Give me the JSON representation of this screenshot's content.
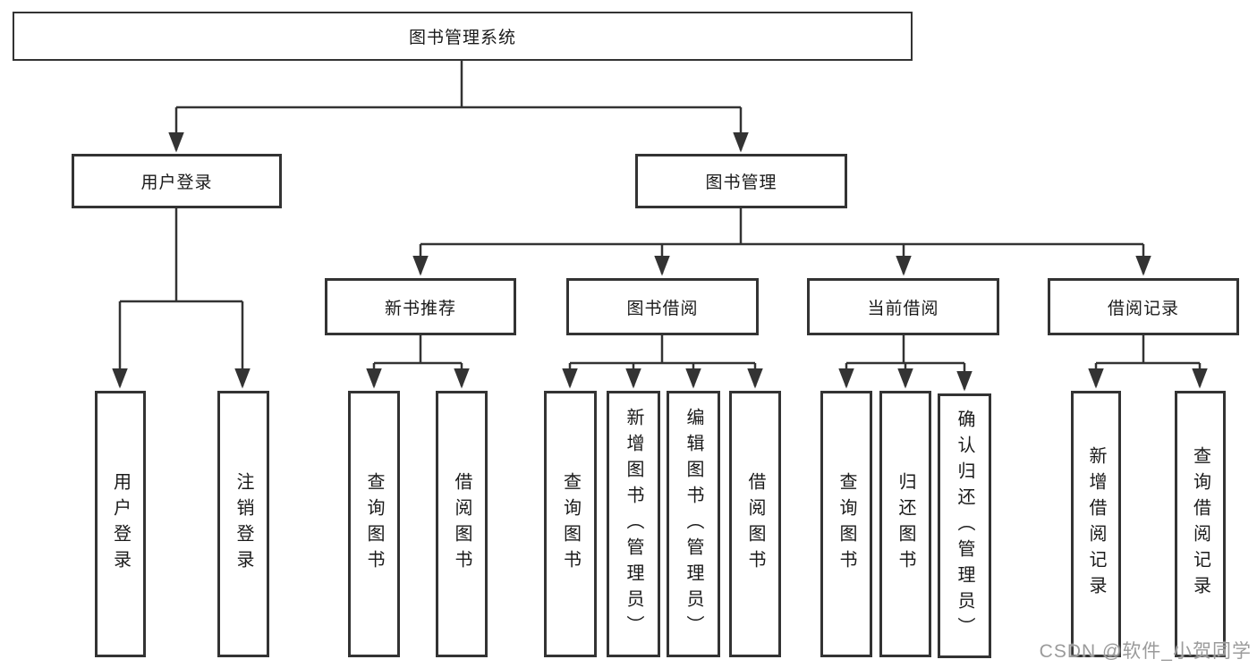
{
  "diagram": {
    "root": "图书管理系统",
    "branches": [
      {
        "label": "用户登录",
        "children": [
          {
            "label": "用户登录"
          },
          {
            "label": "注销登录"
          }
        ]
      },
      {
        "label": "图书管理",
        "children": [
          {
            "label": "新书推荐",
            "children": [
              {
                "label": "查询图书"
              },
              {
                "label": "借阅图书"
              }
            ]
          },
          {
            "label": "图书借阅",
            "children": [
              {
                "label": "查询图书"
              },
              {
                "label": "新增图书（管理员）"
              },
              {
                "label": "编辑图书（管理员）"
              },
              {
                "label": "借阅图书"
              }
            ]
          },
          {
            "label": "当前借阅",
            "children": [
              {
                "label": "查询图书"
              },
              {
                "label": "归还图书"
              },
              {
                "label": "确认归还（管理员）"
              }
            ]
          },
          {
            "label": "借阅记录",
            "children": [
              {
                "label": "新增借阅记录"
              },
              {
                "label": "查询借阅记录"
              }
            ]
          }
        ]
      }
    ]
  },
  "watermark": {
    "text": "CSDN @软件_小贺同学"
  },
  "colors": {
    "line": "#333333",
    "box_border": "#333333",
    "text": "#1a1a1a",
    "background": "#ffffff",
    "watermark": "#9b9b9b"
  }
}
